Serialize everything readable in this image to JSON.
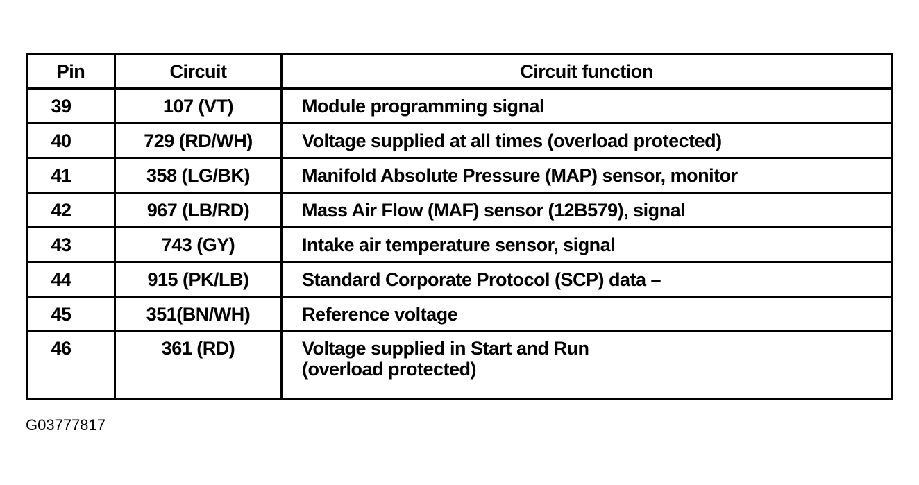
{
  "table": {
    "headers": {
      "pin": "Pin",
      "circuit": "Circuit",
      "function": "Circuit function"
    },
    "rows": [
      {
        "pin": "39",
        "circuit": "107 (VT)",
        "function": "Module programming signal"
      },
      {
        "pin": "40",
        "circuit": "729 (RD/WH)",
        "function": "Voltage supplied at all times (overload protected)"
      },
      {
        "pin": "41",
        "circuit": "358 (LG/BK)",
        "function": "Manifold Absolute Pressure (MAP) sensor, monitor"
      },
      {
        "pin": "42",
        "circuit": "967 (LB/RD)",
        "function": "Mass Air Flow (MAF) sensor (12B579), signal"
      },
      {
        "pin": "43",
        "circuit": "743 (GY)",
        "function": "Intake air temperature sensor, signal"
      },
      {
        "pin": "44",
        "circuit": "915 (PK/LB)",
        "function": "Standard Corporate Protocol (SCP) data –"
      },
      {
        "pin": "45",
        "circuit": "351(BN/WH)",
        "function": "Reference voltage"
      },
      {
        "pin": "46",
        "circuit": "361 (RD)",
        "function": "Voltage supplied in Start and Run",
        "function_line2": "(overload protected)"
      }
    ]
  },
  "figure_id": "G03777817"
}
